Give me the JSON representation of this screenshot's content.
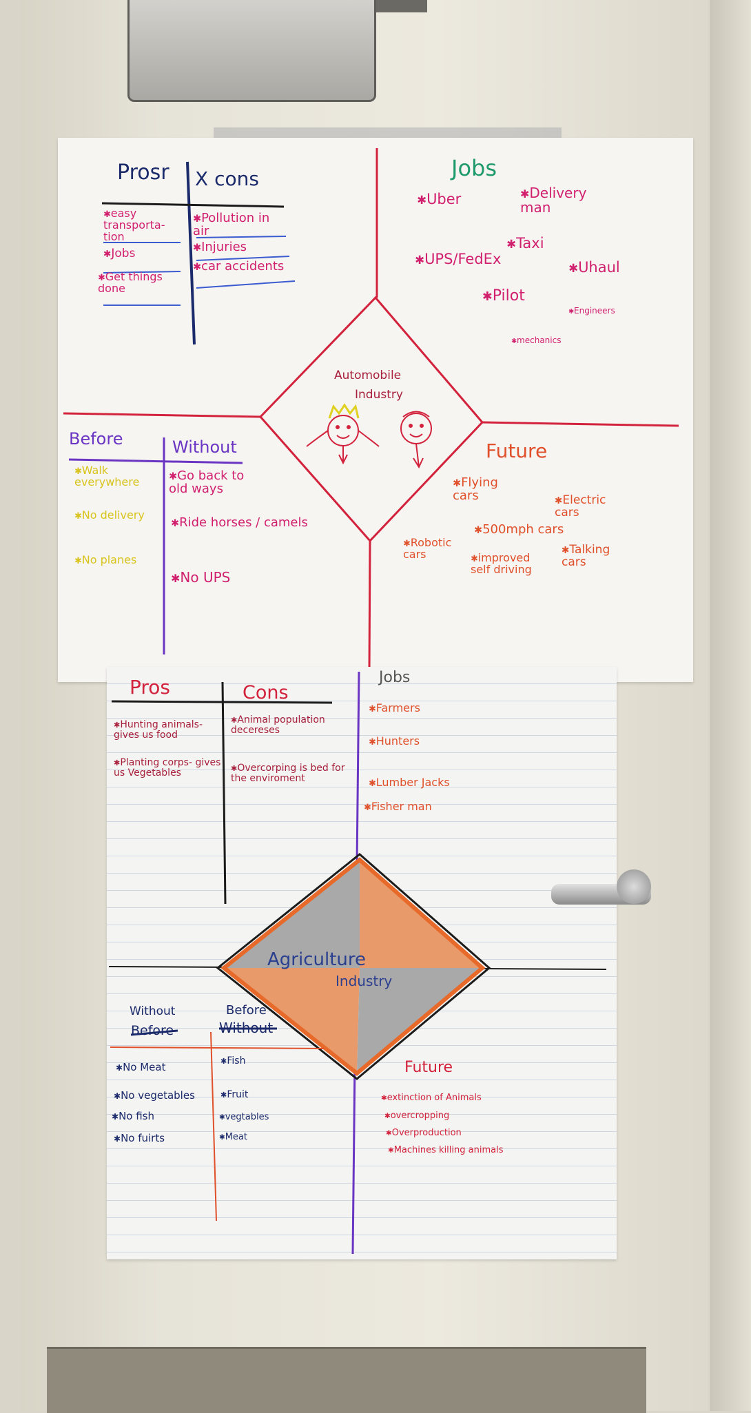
{
  "colors": {
    "red": "#d3223c",
    "magenta": "#d1206e",
    "navy": "#1b2a6b",
    "purple": "#6b35c4",
    "green": "#1f9a6a",
    "yellow": "#e0d020",
    "orange": "#e0502a",
    "black": "#1b1b1b",
    "maroon": "#a8203c",
    "blue": "#2b4fbf",
    "orange2": "#e86a2a"
  },
  "poster_top": {
    "pros_cons": {
      "pros_title": "Prosr",
      "cons_title": "X cons",
      "pros": [
        "easy transporta- tion",
        "Jobs",
        "Get things done"
      ],
      "cons": [
        "Pollution in air",
        "Injuries",
        "car accidents"
      ]
    },
    "jobs": {
      "title": "Jobs",
      "items": [
        "Uber",
        "Delivery man",
        "Taxi",
        "UPS/FedEx",
        "Uhaul",
        "Pilot",
        "Engineers",
        "mechanics"
      ]
    },
    "center": {
      "line1": "Automobile",
      "line2": "Industry"
    },
    "before_without": {
      "before_title": "Before",
      "without_title": "Without",
      "before": [
        "Walk everywhere",
        "No delivery",
        "No planes"
      ],
      "without": [
        "Go back to old ways",
        "Ride horses / camels",
        "No UPS"
      ]
    },
    "future": {
      "title": "Future",
      "items": [
        "Flying cars",
        "Electric cars",
        "500mph cars",
        "Robotic cars",
        "improved self driving",
        "Talking cars"
      ]
    }
  },
  "poster_bottom": {
    "pros_title": "Pros",
    "cons_title": "Cons",
    "pros": [
      "Hunting animals- gives us food",
      "Planting corps- gives us Vegetables"
    ],
    "cons": [
      "Animal population decereses",
      "Overcorping is bed for the enviroment"
    ],
    "jobs": {
      "title": "Jobs",
      "items": [
        "Farmers",
        "Hunters",
        "Lumber Jacks",
        "Fisher man"
      ]
    },
    "center": {
      "line1": "Agriculture",
      "line2": "Industry"
    },
    "without_title": "Without",
    "without_struck": "Before",
    "before_title": "Before",
    "before_struck": "Without",
    "without": [
      "No Meat",
      "No vegetables",
      "No fish",
      "No fuirts"
    ],
    "before": [
      "Fish",
      "Fruit",
      "vegtables",
      "Meat"
    ],
    "future": {
      "title": "Future",
      "items": [
        "extinction of Animals",
        "overcropping",
        "Overproduction",
        "Machines killing animals"
      ]
    }
  }
}
